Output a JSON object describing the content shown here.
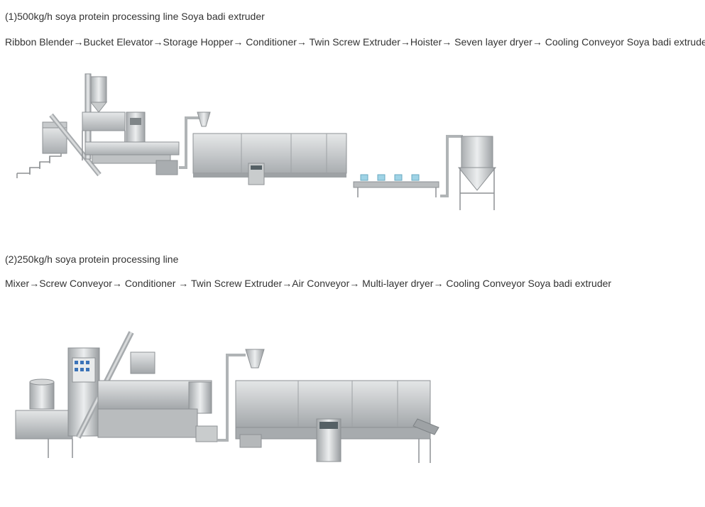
{
  "section1": {
    "title": "(1)500kg/h soya protein processing line Soya badi extruder",
    "flow": "Ribbon Blender→Bucket Elevator→Storage Hopper→ Conditioner→ Twin Screw Extruder→Hoister→ Seven layer dryer→ Cooling Conveyor Soya badi extruder"
  },
  "section2": {
    "title": "(2)250kg/h soya protein processing line",
    "flow": "Mixer→Screw Conveyor→ Conditioner → Twin Screw Extruder→Air Conveyor→ Multi-layer dryer→ Cooling Conveyor  Soya badi extruder"
  },
  "colors": {
    "text": "#333333",
    "steel_light": "#d9dbdc",
    "steel_mid": "#b7babc",
    "steel_dark": "#8d9194",
    "accent_blue": "#9fd3e6"
  }
}
